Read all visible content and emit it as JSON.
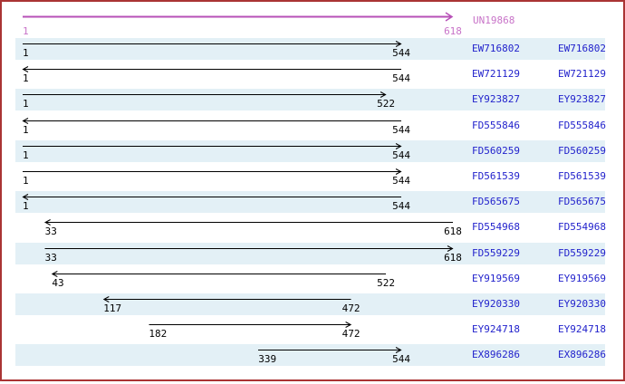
{
  "colors": {
    "border": "#AA3434",
    "band": "#E3F0F6",
    "est_label": "#2222CC",
    "reference_line": "#B750B7",
    "reference_text": "#C873C8",
    "arrow": "#000000"
  },
  "chart_data": {
    "type": "interval",
    "orientation": "horizontal",
    "axis_range": [
      1,
      618
    ],
    "grid": false,
    "legend_position": "none",
    "reference": {
      "name": "UN19868",
      "start": 1,
      "end": 618,
      "strand": "+"
    },
    "series": [
      {
        "name": "EW716802",
        "start": 1,
        "end": 544,
        "strand": "+"
      },
      {
        "name": "EW721129",
        "start": 1,
        "end": 544,
        "strand": "-"
      },
      {
        "name": "EY923827",
        "start": 1,
        "end": 522,
        "strand": "+"
      },
      {
        "name": "FD555846",
        "start": 1,
        "end": 544,
        "strand": "-"
      },
      {
        "name": "FD560259",
        "start": 1,
        "end": 544,
        "strand": "+"
      },
      {
        "name": "FD561539",
        "start": 1,
        "end": 544,
        "strand": "+"
      },
      {
        "name": "FD565675",
        "start": 1,
        "end": 544,
        "strand": "-"
      },
      {
        "name": "FD554968",
        "start": 33,
        "end": 618,
        "strand": "-"
      },
      {
        "name": "FD559229",
        "start": 33,
        "end": 618,
        "strand": "+"
      },
      {
        "name": "EY919569",
        "start": 43,
        "end": 522,
        "strand": "-"
      },
      {
        "name": "EY920330",
        "start": 117,
        "end": 472,
        "strand": "-"
      },
      {
        "name": "EY924718",
        "start": 182,
        "end": 472,
        "strand": "+"
      },
      {
        "name": "EX896286",
        "start": 339,
        "end": 544,
        "strand": "+"
      }
    ]
  }
}
